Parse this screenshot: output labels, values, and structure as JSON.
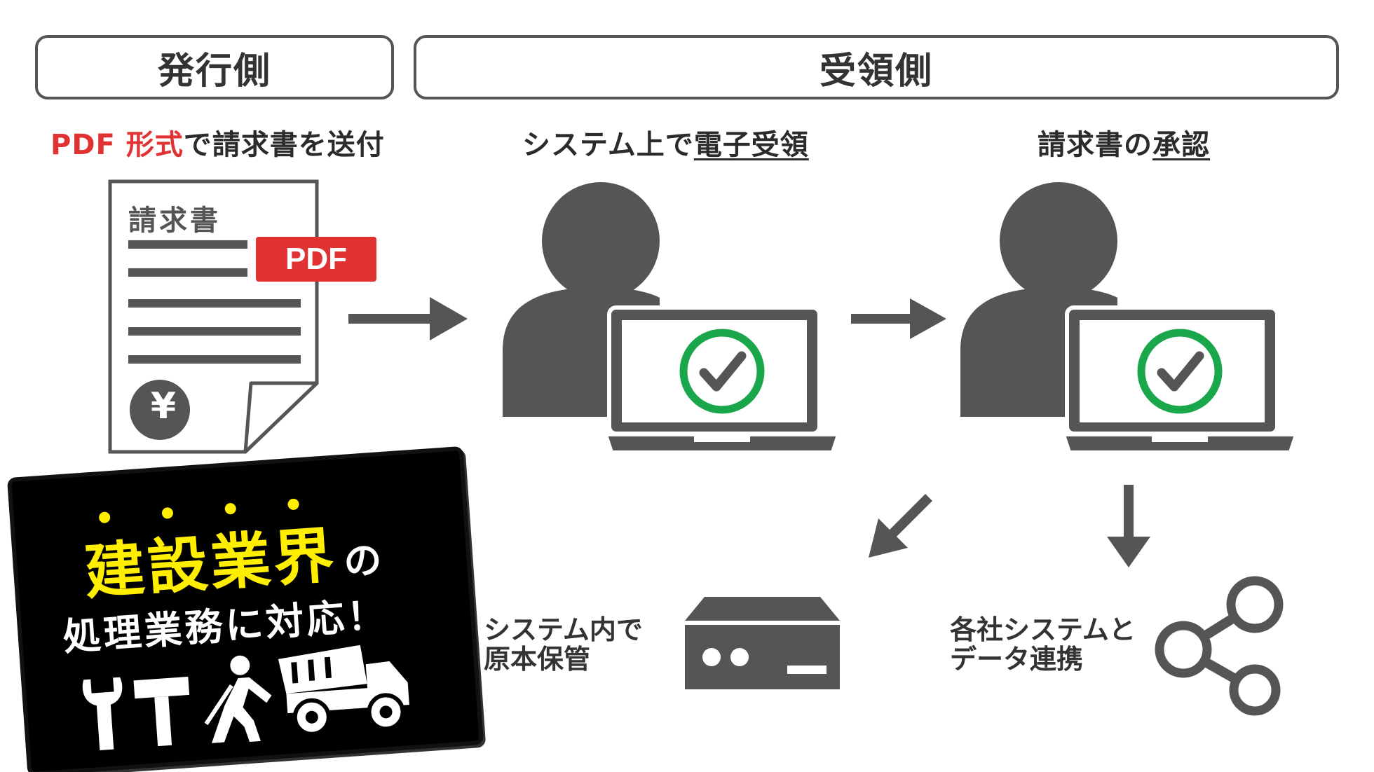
{
  "headers": {
    "issuer": "発行側",
    "receiver": "受領側"
  },
  "steps": {
    "send": {
      "accent": "PDF 形式",
      "rest": "で請求書を送付"
    },
    "receive": {
      "plain": "システム上で",
      "underlined": "電子受領"
    },
    "approve": {
      "plain": "請求書の",
      "underlined": "承認"
    }
  },
  "document": {
    "title": "請求書",
    "pdf_label": "PDF",
    "currency_symbol": "¥"
  },
  "outcomes": {
    "storage": {
      "line1": "システム内で",
      "line2": "原本保管"
    },
    "integration": {
      "line1": "各社システムと",
      "line2": "データ連携"
    }
  },
  "badge": {
    "highlight": "建設業界",
    "particle": "の",
    "line2": "処理業務に対応！"
  },
  "icons": {
    "arrows": [
      "arrow-right-icon",
      "arrow-right-icon",
      "arrow-down-left-icon",
      "arrow-down-icon"
    ],
    "people": [
      "person-icon",
      "person-icon"
    ],
    "laptops": [
      "laptop-icon",
      "laptop-icon"
    ],
    "checks": [
      "check-circle-icon",
      "check-circle-icon"
    ],
    "storage": "server-icon",
    "integration": "share-icon",
    "construction": [
      "wrench-icon",
      "hammer-icon",
      "worker-icon",
      "dump-truck-icon"
    ]
  },
  "colors": {
    "dark": "#555555",
    "text": "#333333",
    "accent_red": "#e03232",
    "check_green": "#1aa64a",
    "badge_bg": "#000000",
    "badge_yellow": "#ffee00",
    "white": "#ffffff"
  }
}
